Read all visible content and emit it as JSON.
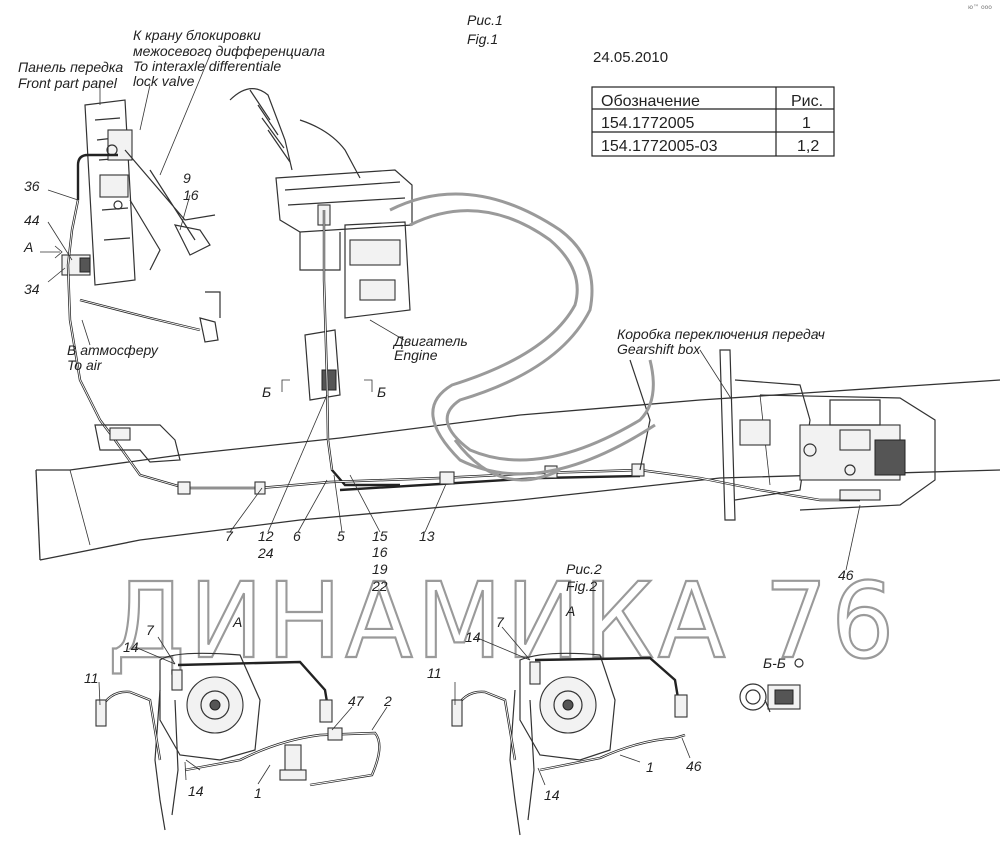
{
  "figures": {
    "fig1_ru": "Рис.1",
    "fig1_en": "Fig.1",
    "fig2_ru": "Рис.2",
    "fig2_en": "Fig.2"
  },
  "date": "24.05.2010",
  "table": {
    "headers": [
      "Обозначение",
      "Рис."
    ],
    "rows": [
      [
        "154.1772005",
        "1"
      ],
      [
        "154.1772005-03",
        "1,2"
      ]
    ]
  },
  "callouts": {
    "front_panel_ru": "Панель передка",
    "front_panel_en": "Front part panel",
    "lock_valve_ru_1": "К крану блокировки",
    "lock_valve_ru_2": "межосевого дифференциала",
    "lock_valve_en_1": "To interaxle differentiale",
    "lock_valve_en_2": "lock valve",
    "to_air_ru": "В атмосферу",
    "to_air_en": "To air",
    "engine_ru": "Двигатель",
    "engine_en": "Engine",
    "gearbox_ru": "Коробка переключения передач",
    "gearbox_en": "Gearshift box"
  },
  "view_marks": {
    "view_a": "А",
    "section_b_left": "Б",
    "section_b_right": "Б",
    "section_bb": "Б-Б"
  },
  "part_numbers": {
    "n36": "36",
    "n44": "44",
    "n34": "34",
    "n9": "9",
    "n16a": "16",
    "n7": "7",
    "n12": "12",
    "n24": "24",
    "n6": "6",
    "n5": "5",
    "n15": "15",
    "n16b": "16",
    "n19": "19",
    "n22": "22",
    "n13": "13",
    "n46": "46",
    "f2l_7": "7",
    "f2l_14a": "14",
    "f2l_11": "11",
    "f2l_14b": "14",
    "f2l_1": "1",
    "f2l_47": "47",
    "f2l_2": "2",
    "f2l_A": "А",
    "f2r_7": "7",
    "f2r_14a": "14",
    "f2r_11": "11",
    "f2r_14b": "14",
    "f2r_1": "1",
    "f2r_46": "46",
    "f2r_A": "А"
  },
  "watermark": "ДИНАМИКА 76",
  "corner_mark": "ю™ ооо"
}
